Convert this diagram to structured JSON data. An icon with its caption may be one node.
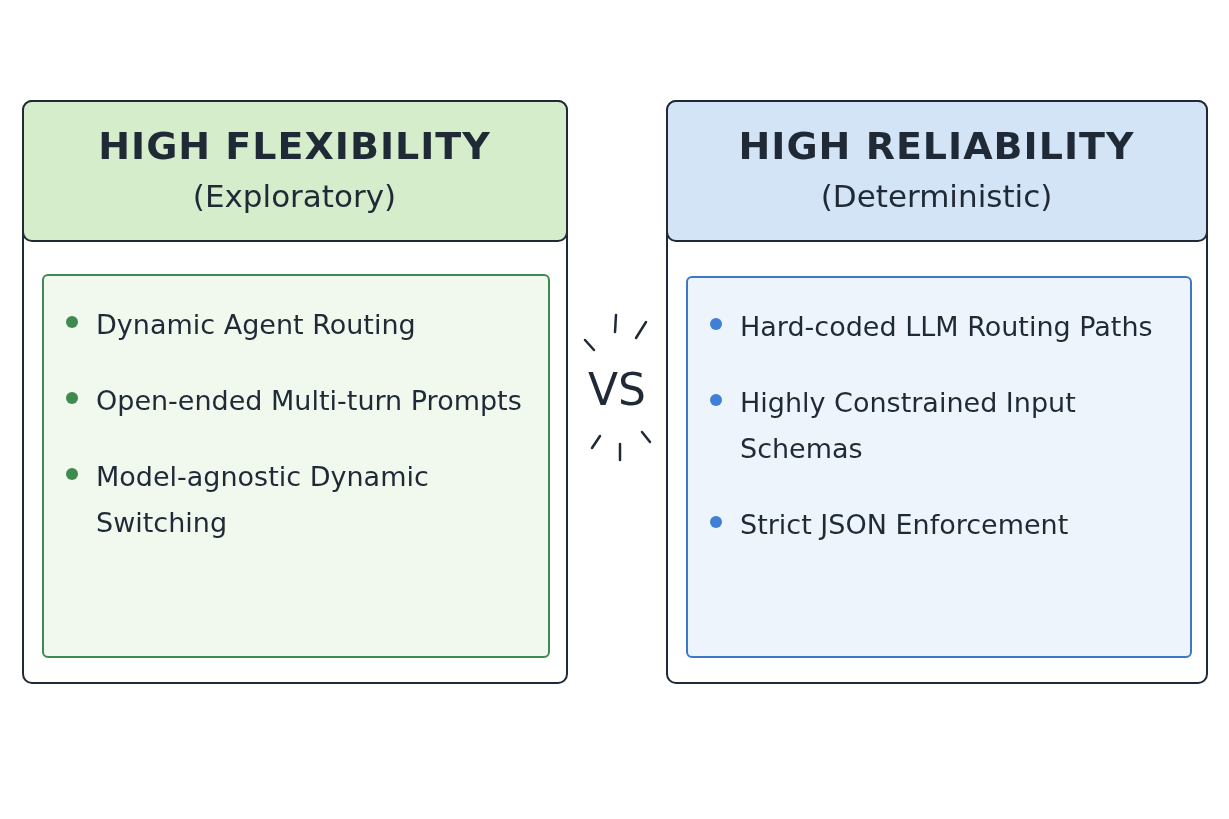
{
  "diagram": {
    "nodes": [
      {
        "text": [],
        "shape": "box"
      },
      {
        "text": [
          "HIGH FLEXIBILITY",
          "(Exploratory)"
        ],
        "in": 0
      },
      {
        "text": [
          "Dynamic Agent Routing",
          "Open-ended Multi-turn Prompts",
          "Model-agnostic Dynamic Switching"
        ],
        "in": 0
      },
      {
        "text": [],
        "shape": "box"
      },
      {
        "text": [
          "HIGH RELIABILITY",
          "(Deterministic)"
        ],
        "in": 3
      },
      {
        "text": [
          "Hard-coded LLM Routing Paths",
          "Highly Constrained Input Schemas",
          "Strict JSON Enforcement"
        ],
        "in": 3
      }
    ],
    "edges": [],
    "labels": [
      "VS"
    ]
  }
}
